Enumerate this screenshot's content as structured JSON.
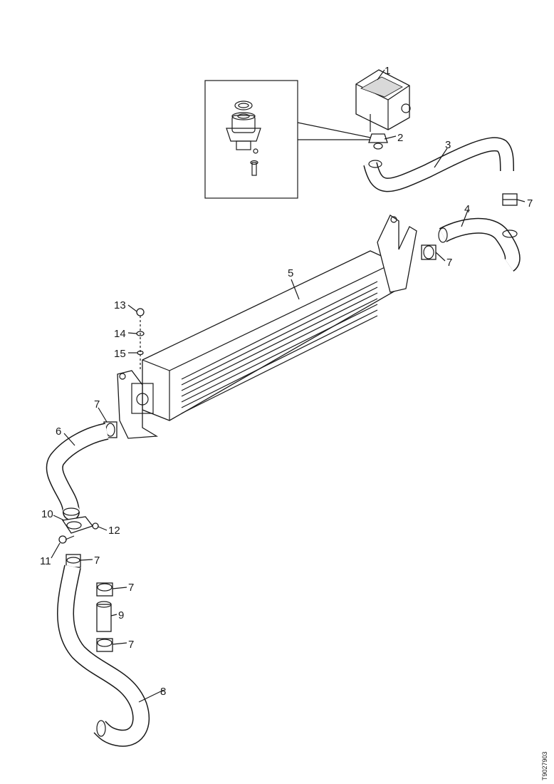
{
  "callouts": [
    {
      "id": "c1",
      "text": "1"
    },
    {
      "id": "c2",
      "text": "2"
    },
    {
      "id": "c3",
      "text": "3"
    },
    {
      "id": "c4",
      "text": "4"
    },
    {
      "id": "c5",
      "text": "5"
    },
    {
      "id": "c6",
      "text": "6"
    },
    {
      "id": "c7a",
      "text": "7"
    },
    {
      "id": "c7b",
      "text": "7"
    },
    {
      "id": "c7c",
      "text": "7"
    },
    {
      "id": "c7d",
      "text": "7"
    },
    {
      "id": "c7e",
      "text": "7"
    },
    {
      "id": "c7f",
      "text": "7"
    },
    {
      "id": "c8",
      "text": "8"
    },
    {
      "id": "c9",
      "text": "9"
    },
    {
      "id": "c10",
      "text": "10"
    },
    {
      "id": "c11",
      "text": "11"
    },
    {
      "id": "c12",
      "text": "12"
    },
    {
      "id": "c13",
      "text": "13"
    },
    {
      "id": "c14",
      "text": "14"
    },
    {
      "id": "c15",
      "text": "15"
    }
  ],
  "drawing_id": "T9027903",
  "colors": {
    "ink": "#1a1a1a",
    "shade": "#d9d9d9",
    "background": "#ffffff"
  }
}
